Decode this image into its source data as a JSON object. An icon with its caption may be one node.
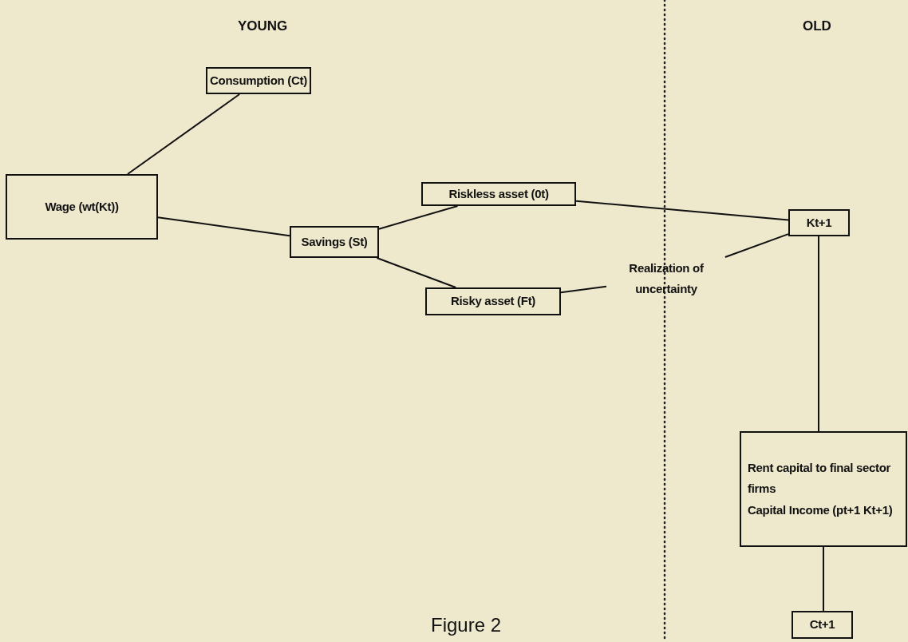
{
  "diagram": {
    "caption": "Figure 2",
    "nodes": [
      {
        "text": [
          "Wage (wt(Kt))"
        ]
      },
      {
        "text": [
          "Consumption (Ct)"
        ]
      },
      {
        "text": [
          "Savings (St)"
        ]
      },
      {
        "text": [
          "Riskless asset (0t)"
        ]
      },
      {
        "text": [
          "Risky asset (Ft)"
        ]
      },
      {
        "text": [
          "Realization of uncertainty"
        ]
      },
      {
        "text": [
          "Kt+1"
        ]
      },
      {
        "text": [
          "Rent capital to final sector firms",
          "Capital Income (pt+1 Kt+1)"
        ]
      },
      {
        "text": [
          "Ct+1"
        ]
      }
    ],
    "edges": [
      {
        "from": 0,
        "to": 1,
        "arrow": "none"
      },
      {
        "from": 0,
        "to": 2,
        "arrow": "none"
      },
      {
        "from": 2,
        "to": 3,
        "arrow": "none"
      },
      {
        "from": 2,
        "to": 4,
        "arrow": "none"
      },
      {
        "from": 3,
        "to": 6,
        "arrow": "none"
      },
      {
        "from": 4,
        "to": 5,
        "arrow": "none"
      },
      {
        "from": 5,
        "to": 6,
        "arrow": "none"
      },
      {
        "from": 6,
        "to": 7,
        "arrow": "none"
      },
      {
        "from": 7,
        "to": 8,
        "arrow": "none"
      }
    ],
    "labels": [
      "YOUNG",
      "OLD"
    ]
  }
}
